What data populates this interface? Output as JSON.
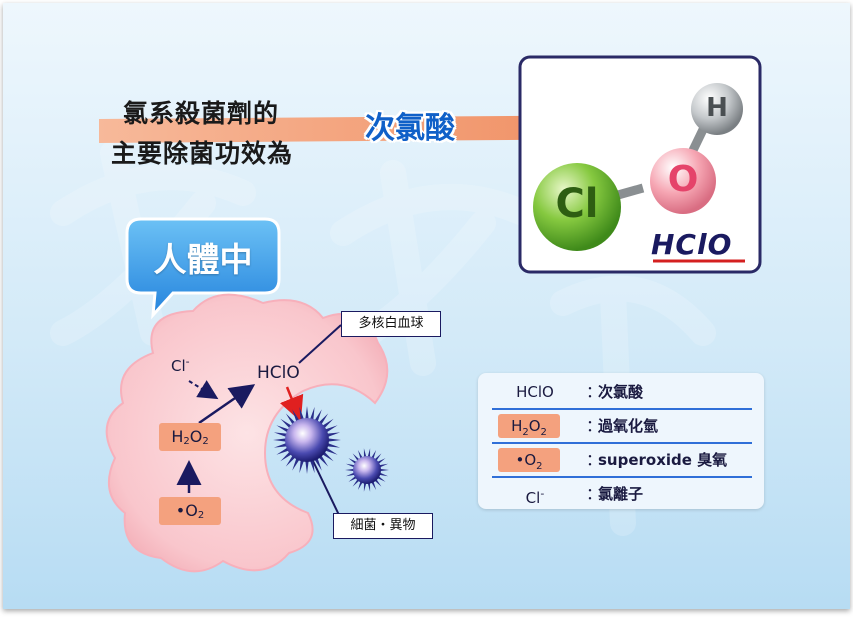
{
  "title": {
    "line1": "氯系殺菌劑的",
    "line2": "主要除菌功效為"
  },
  "arrow_label": "次氯酸",
  "molecule": {
    "atoms": {
      "h": "H",
      "o": "O",
      "cl": "Cl"
    },
    "formula": "HClO",
    "colors": {
      "h": "#b8bcbf",
      "o": "#f39aa8",
      "cl": "#7ec43a",
      "frame": "#2a2a66",
      "underline": "#d42020"
    }
  },
  "bubble": {
    "text": "人體中",
    "color": "#3a9de8"
  },
  "diagram": {
    "wbc_label": "多核白血球",
    "bacteria_label": "細菌・異物",
    "cl_ion": "Cl",
    "cl_ion_sup": "-",
    "hclo": "HClO",
    "h2o2": {
      "h": "H",
      "two_a": "2",
      "o": "O",
      "two_b": "2"
    },
    "o2": {
      "dot": "•",
      "o": "O",
      "two": "2"
    },
    "colors": {
      "cell": "#f9c6cc",
      "chip": "#f4a17e",
      "bacteria": "#2a2f8a",
      "arrow": "#1a1a60",
      "attack_arrow": "#e02020"
    }
  },
  "legend": {
    "rows": [
      {
        "symbol": "HClO",
        "sep": "：",
        "desc": "次氯酸"
      },
      {
        "symbol_h": "H",
        "symbol_2a": "2",
        "symbol_o": "O",
        "symbol_2b": "2",
        "sep": "：",
        "desc": "過氧化氫"
      },
      {
        "symbol_dot": "•",
        "symbol_o": "O",
        "symbol_2": "2",
        "sep": "：",
        "desc": "superoxide 臭氧"
      },
      {
        "symbol": "Cl",
        "symbol_sup": "-",
        "sep": "：",
        "desc": "氯離子"
      }
    ],
    "line_color": "#2f6fd8"
  }
}
